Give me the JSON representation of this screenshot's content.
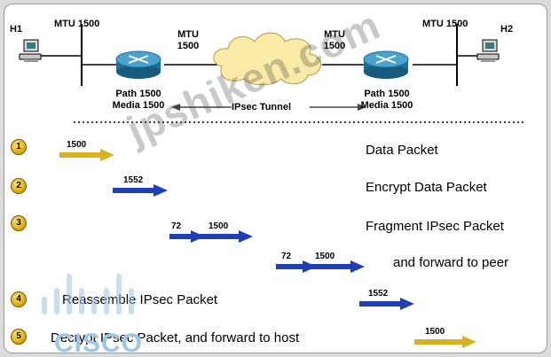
{
  "network": {
    "h1_label": "H1",
    "h2_label": "H2",
    "mtu_h1": "MTU 1500",
    "mtu_h2": "MTU 1500",
    "mtu_r1_line1": "MTU",
    "mtu_r1_line2": "1500",
    "mtu_r2_line1": "MTU",
    "mtu_r2_line2": "1500",
    "r1_path": "Path 1500",
    "r1_media": "Media 1500",
    "r2_path": "Path 1500",
    "r2_media": "Media 1500",
    "tunnel_label": "IPsec Tunnel"
  },
  "steps": [
    {
      "num": "1",
      "text": "Data Packet",
      "packets": [
        "1500"
      ]
    },
    {
      "num": "2",
      "text": "Encrypt Data Packet",
      "packets": [
        "1552"
      ]
    },
    {
      "num": "3",
      "text": "Fragment IPsec Packet",
      "packets": [
        "72",
        "1500"
      ]
    },
    {
      "num": "",
      "text": "and forward to peer",
      "packets": [
        "72",
        "1500"
      ]
    },
    {
      "num": "4",
      "text": "Reassemble IPsec Packet",
      "packets": [
        "1552"
      ]
    },
    {
      "num": "5",
      "text": "Decrypt IPsec Packet, and forward to host",
      "packets": [
        "1500"
      ]
    }
  ],
  "watermark": "jpshiken.com",
  "logo_text": "CISCO",
  "colors": {
    "blue_packet": "#1f3fb8",
    "gold_packet": "#d9b020",
    "badge": "#d6a400"
  },
  "icons": [
    "host-computer-icon",
    "router-icon",
    "cloud-icon",
    "double-arrow-icon",
    "cisco-logo"
  ]
}
